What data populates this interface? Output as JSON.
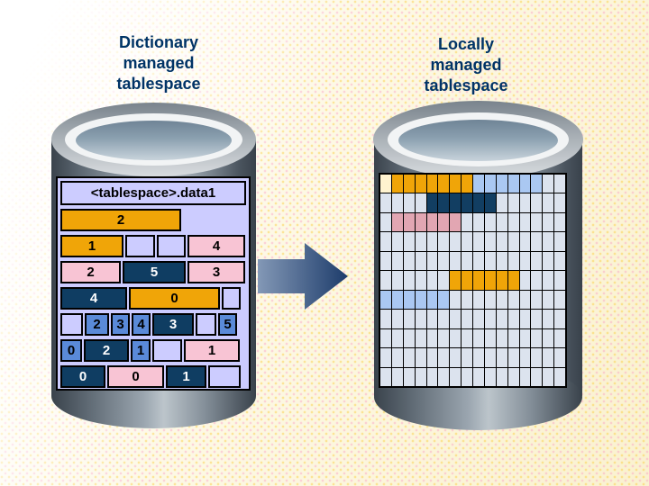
{
  "left": {
    "title_lines": [
      "Dictionary",
      "managed",
      "tablespace"
    ],
    "datafile_header": "<tablespace>.data1",
    "rows": [
      [
        {
          "color": "orange",
          "label": "2",
          "w": 134
        },
        {
          "color": "bg",
          "label": "",
          "w": 66
        }
      ],
      [
        {
          "color": "orange",
          "label": "1",
          "w": 70
        },
        {
          "color": "lav",
          "label": "",
          "w": 33
        },
        {
          "color": "lav",
          "label": "",
          "w": 32
        },
        {
          "color": "pink",
          "label": "4",
          "w": 64
        }
      ],
      [
        {
          "color": "pink",
          "label": "2",
          "w": 67
        },
        {
          "color": "navy",
          "label": "5",
          "w": 70
        },
        {
          "color": "pink",
          "label": "3",
          "w": 64
        }
      ],
      [
        {
          "color": "navy",
          "label": "4",
          "w": 74
        },
        {
          "color": "orange",
          "label": "0",
          "w": 101
        },
        {
          "color": "lav",
          "label": "",
          "w": 21
        }
      ],
      [
        {
          "color": "lav",
          "label": "",
          "w": 25
        },
        {
          "color": "blue",
          "label": "2",
          "w": 27
        },
        {
          "color": "blue",
          "label": "3",
          "w": 21
        },
        {
          "color": "blue",
          "label": "4",
          "w": 21
        },
        {
          "color": "navy",
          "label": "3",
          "w": 46
        },
        {
          "color": "lav",
          "label": "",
          "w": 23
        },
        {
          "color": "blue",
          "label": "5",
          "w": 21
        }
      ],
      [
        {
          "color": "blue",
          "label": "0",
          "w": 24
        },
        {
          "color": "navy",
          "label": "2",
          "w": 50
        },
        {
          "color": "blue",
          "label": "1",
          "w": 22
        },
        {
          "color": "lav",
          "label": "",
          "w": 33
        },
        {
          "color": "pink",
          "label": "1",
          "w": 62
        }
      ],
      [
        {
          "color": "navy",
          "label": "0",
          "w": 50
        },
        {
          "color": "pink",
          "label": "0",
          "w": 63
        },
        {
          "color": "navy",
          "label": "1",
          "w": 45
        },
        {
          "color": "lav",
          "label": "",
          "w": 36
        }
      ]
    ]
  },
  "right": {
    "title_lines": [
      "Locally",
      "managed",
      "tablespace"
    ],
    "grid_rows": [
      "COOOOOOOLLLLLLGG",
      "GGGGNNNNNNGGGGGG",
      "GPPPPPPGGGGGGGGG",
      "GGGGGGGGGGGGGGGG",
      "GGGGGGGGGGGGGGGG",
      "GGGGGGOOOOOOGGGG",
      "LLLLLLGGGGGGGGGG",
      "GGGGGGGGGGGGGGGG",
      "GGGGGGGGGGGGGGGG",
      "GGGGGGGGGGGGGGGG",
      "GGGGGGGGGGGGGGGG"
    ]
  },
  "colors": {
    "title_text": "#003366",
    "extent": {
      "orange": "#f0a508",
      "pink": "#f8c4d4",
      "navy": "#0f3d62",
      "blue": "#5a8ad8",
      "lav": "#ccccff"
    },
    "grid": {
      "C": "#fff3cf",
      "O": "#f0a508",
      "L": "#aac8f2",
      "G": "#dce3ee",
      "N": "#123e62",
      "P": "#e2a6b2"
    },
    "arrow": {
      "from": "#8398b6",
      "to": "#1d3c6b"
    }
  },
  "grid_cell_names": {
    "C": "header-block",
    "O": "orange-extent-block",
    "L": "blue-extent-block",
    "G": "free-block",
    "N": "navy-extent-block",
    "P": "pink-extent-block"
  }
}
